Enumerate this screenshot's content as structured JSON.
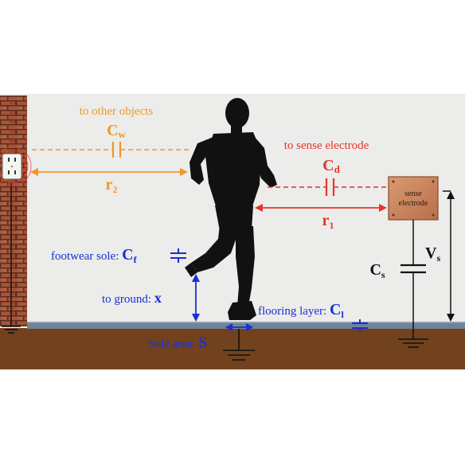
{
  "colors": {
    "orange": "#f0962a",
    "red": "#e8352a",
    "blue": "#1a2fd6",
    "black": "#111111",
    "wall_bg": "#ececea",
    "brick": "#9a4a30",
    "soil": "#6e3f1d",
    "floor": "#6f8296",
    "electrode": "#c9835a"
  },
  "labels": {
    "to_other_objects": "to other objects",
    "cw_main": "C",
    "cw_sub": "w",
    "r2_main": "r",
    "r2_sub": "2",
    "to_sense_electrode": "to sense electrode",
    "cd_main": "C",
    "cd_sub": "d",
    "r1_main": "r",
    "r1_sub": "1",
    "sense_line1": "sense",
    "sense_line2": "electrode",
    "footwear_sole": "footwear sole: ",
    "cf_main": "C",
    "cf_sub": "f",
    "to_ground": "to ground: ",
    "x_var": "x",
    "cs_main": "C",
    "cs_sub": "s",
    "vs_main": "V",
    "vs_sub": "s",
    "flooring_layer": "flooring layer: ",
    "cl_main": "C",
    "cl_sub": "l",
    "sole_area": "Sole area: ",
    "s_var": "S"
  },
  "icons": {
    "outlet": "wall-outlet-icon",
    "person": "running-person-icon",
    "ground": "ground-symbol-icon",
    "capacitor": "capacitor-icon"
  }
}
